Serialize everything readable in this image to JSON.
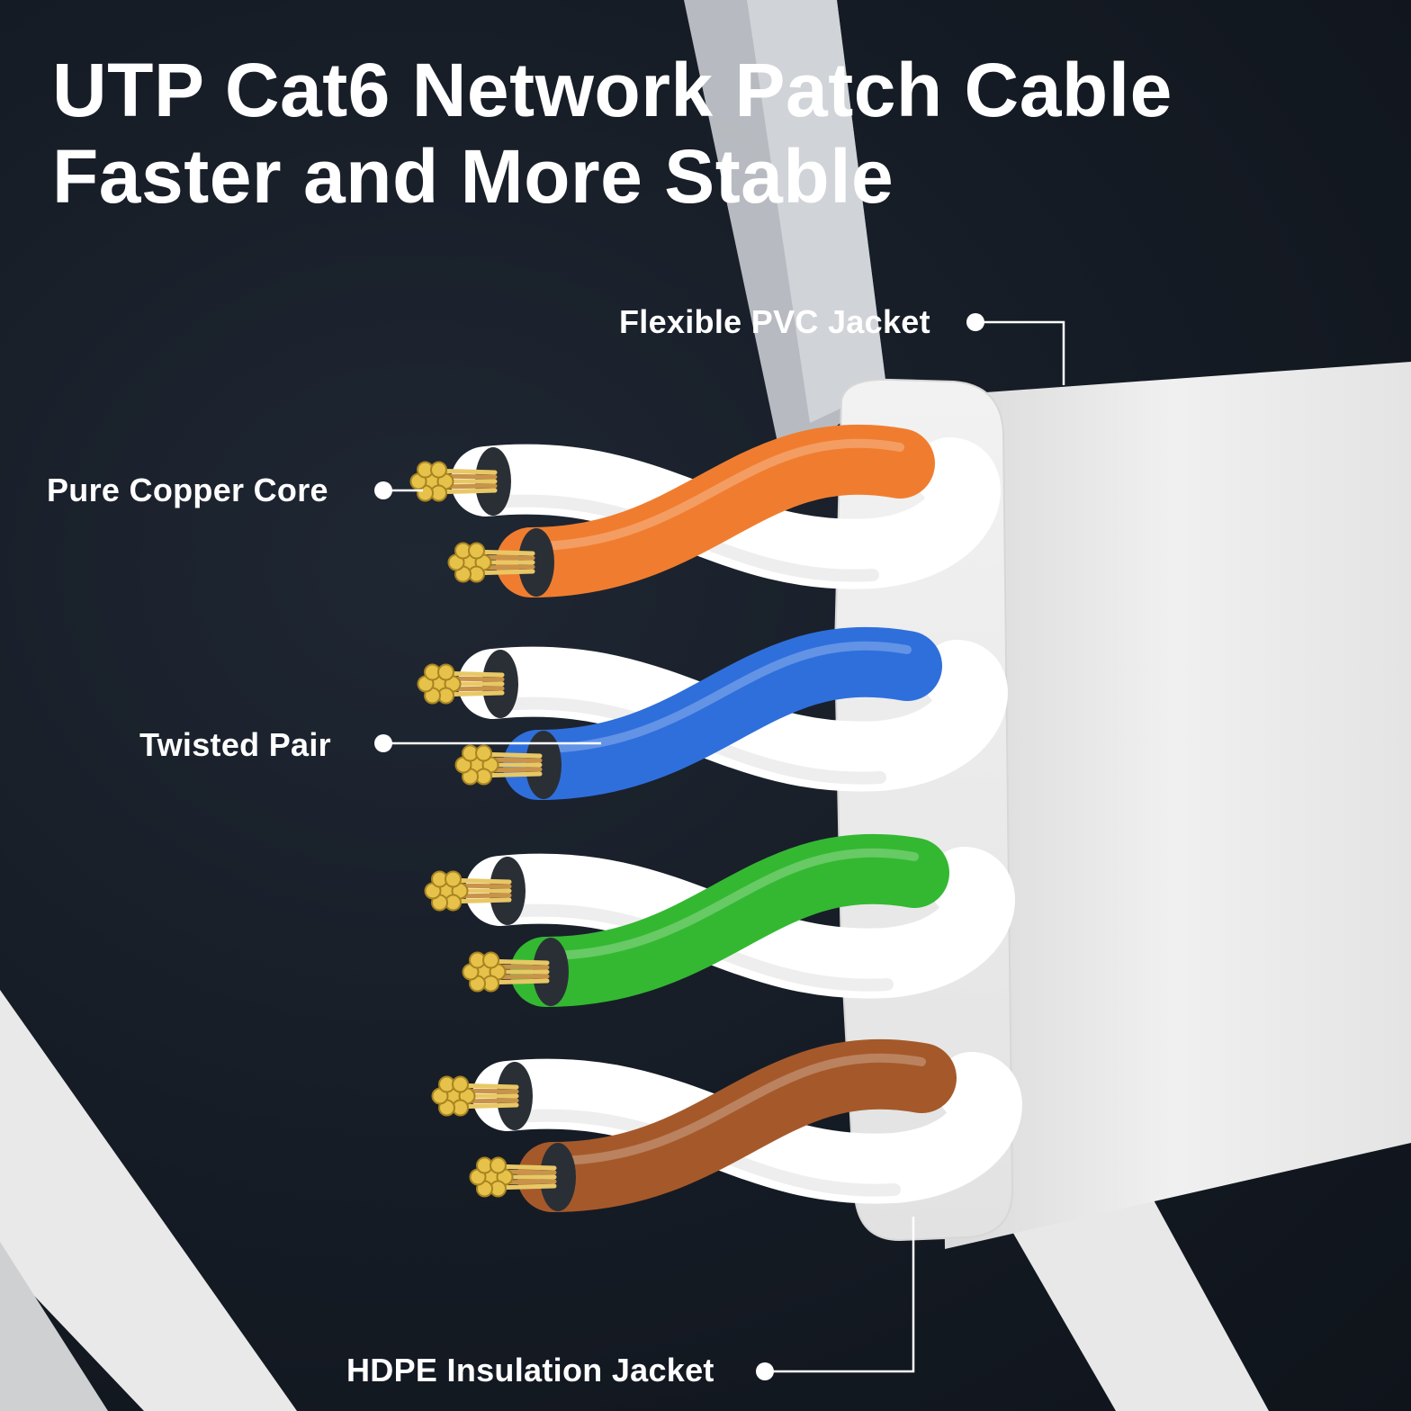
{
  "title": {
    "line1": "UTP Cat6 Network Patch Cable",
    "line2": "Faster and More Stable"
  },
  "callouts": {
    "pvc_jacket": "Flexible PVC Jacket",
    "copper_core": "Pure Copper Core",
    "twisted_pair": "Twisted Pair",
    "hdpe_jacket": "HDPE Insulation Jacket"
  },
  "colors": {
    "background": "#151b24",
    "jacket": "#eeeeee",
    "pair_orange": "#f07d2f",
    "pair_blue": "#2f6fdc",
    "pair_green": "#34b832",
    "pair_brown": "#a5592a",
    "copper": "#e6c24a"
  }
}
